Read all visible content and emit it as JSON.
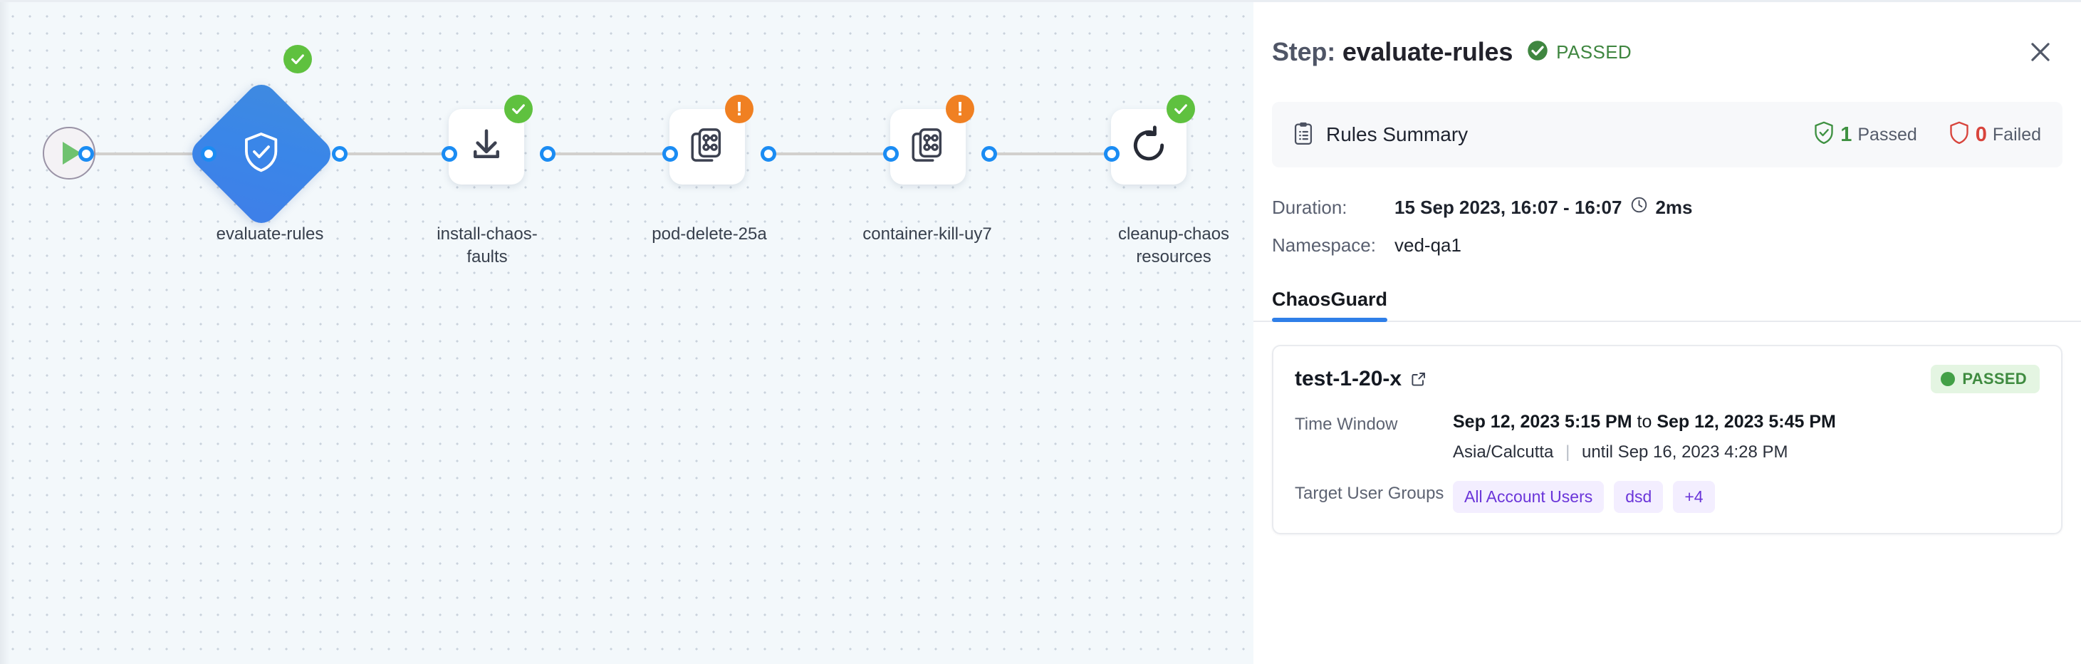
{
  "pipeline": {
    "start_node": {
      "name": "start-node",
      "icon": "play-icon"
    },
    "nodes": [
      {
        "id": "evaluate-rules",
        "label": "evaluate-rules",
        "shape": "diamond",
        "icon": "shield-check-icon",
        "status": "success",
        "badge": "check-icon"
      },
      {
        "id": "install-chaos-faults",
        "label": "install-chaos-\nfaults",
        "shape": "box",
        "icon": "download-icon",
        "status": "success",
        "badge": "check-icon"
      },
      {
        "id": "pod-delete-25a",
        "label": "pod-delete-25a",
        "shape": "box",
        "icon": "chaos-experiment-icon",
        "status": "warning",
        "badge": "exclamation-icon"
      },
      {
        "id": "container-kill-uy7",
        "label": "container-kill-uy7",
        "shape": "box",
        "icon": "chaos-experiment-icon",
        "status": "warning",
        "badge": "exclamation-icon"
      },
      {
        "id": "cleanup-chaos-resources",
        "label": "cleanup-chaos\nresources",
        "shape": "box",
        "icon": "refresh-icon",
        "status": "success",
        "badge": "check-icon"
      }
    ]
  },
  "panel": {
    "title_prefix": "Step:",
    "step_name": "evaluate-rules",
    "status_text": "PASSED",
    "close_label": "×",
    "rules_summary": {
      "label": "Rules Summary",
      "passed_count": "1",
      "passed_word": "Passed",
      "failed_count": "0",
      "failed_word": "Failed"
    },
    "meta": {
      "duration_key": "Duration:",
      "duration_value": "15 Sep 2023, 16:07 - 16:07",
      "duration_elapsed": "2ms",
      "namespace_key": "Namespace:",
      "namespace_value": "ved-qa1"
    },
    "tabs": [
      {
        "label": "ChaosGuard",
        "active": true
      }
    ],
    "test_card": {
      "name": "test-1-20-x",
      "status_badge": "PASSED",
      "time_window_key": "Time Window",
      "time_window_start": "Sep 12, 2023 5:15 PM",
      "time_window_joiner": "to",
      "time_window_end": "Sep 12, 2023 5:45 PM",
      "timezone": "Asia/Calcutta",
      "until_text": "until Sep 16, 2023 4:28 PM",
      "target_groups_key": "Target User Groups",
      "tags": [
        "All Account Users",
        "dsd",
        "+4"
      ]
    }
  },
  "colors": {
    "accent_blue": "#2f7fe8",
    "node_blue": "#3a86e8",
    "success_green": "#5fc13f",
    "warning_orange": "#f08022",
    "pass_text": "#3f8640",
    "fail_red": "#d8443c",
    "tag_purple": "#6a35d9",
    "canvas_bg": "#f3f8fb"
  }
}
